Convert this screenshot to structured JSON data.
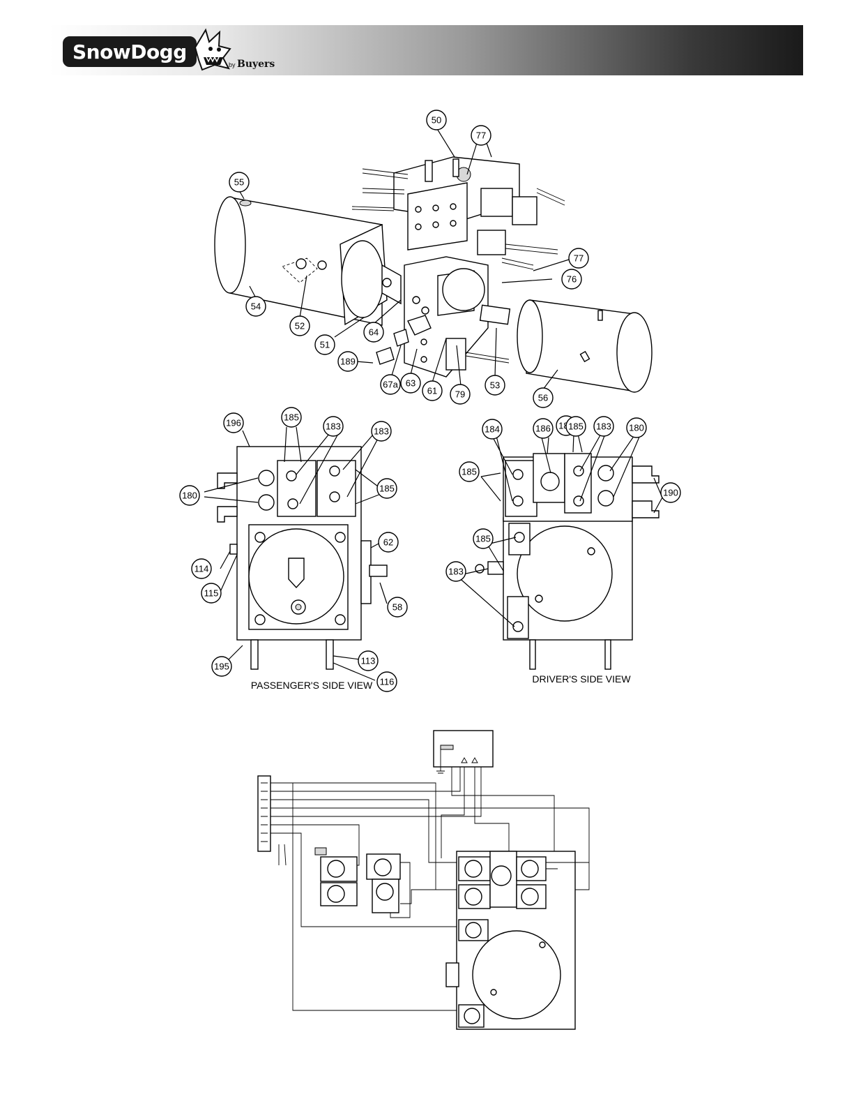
{
  "header": {
    "brand_name": "SnowDogg",
    "brand_by": "by",
    "brand_company": "Buyers"
  },
  "exploded_view": {
    "callouts": [
      "50",
      "77",
      "55",
      "77",
      "76",
      "54",
      "52",
      "51",
      "64",
      "189",
      "67a",
      "63",
      "61",
      "79",
      "53",
      "56"
    ]
  },
  "passenger_view": {
    "title": "PASSENGER'S SIDE VIEW",
    "callouts": [
      "196",
      "185",
      "183",
      "183",
      "185",
      "180",
      "62",
      "114",
      "115",
      "58",
      "195",
      "113",
      "116"
    ]
  },
  "driver_view": {
    "title": "DRIVER'S SIDE VIEW",
    "callouts": [
      "184",
      "186",
      "187",
      "185",
      "183",
      "180",
      "185",
      "190",
      "185",
      "183"
    ]
  },
  "colors": {
    "line": "#000000",
    "header_dark": "#1a1a1a"
  }
}
